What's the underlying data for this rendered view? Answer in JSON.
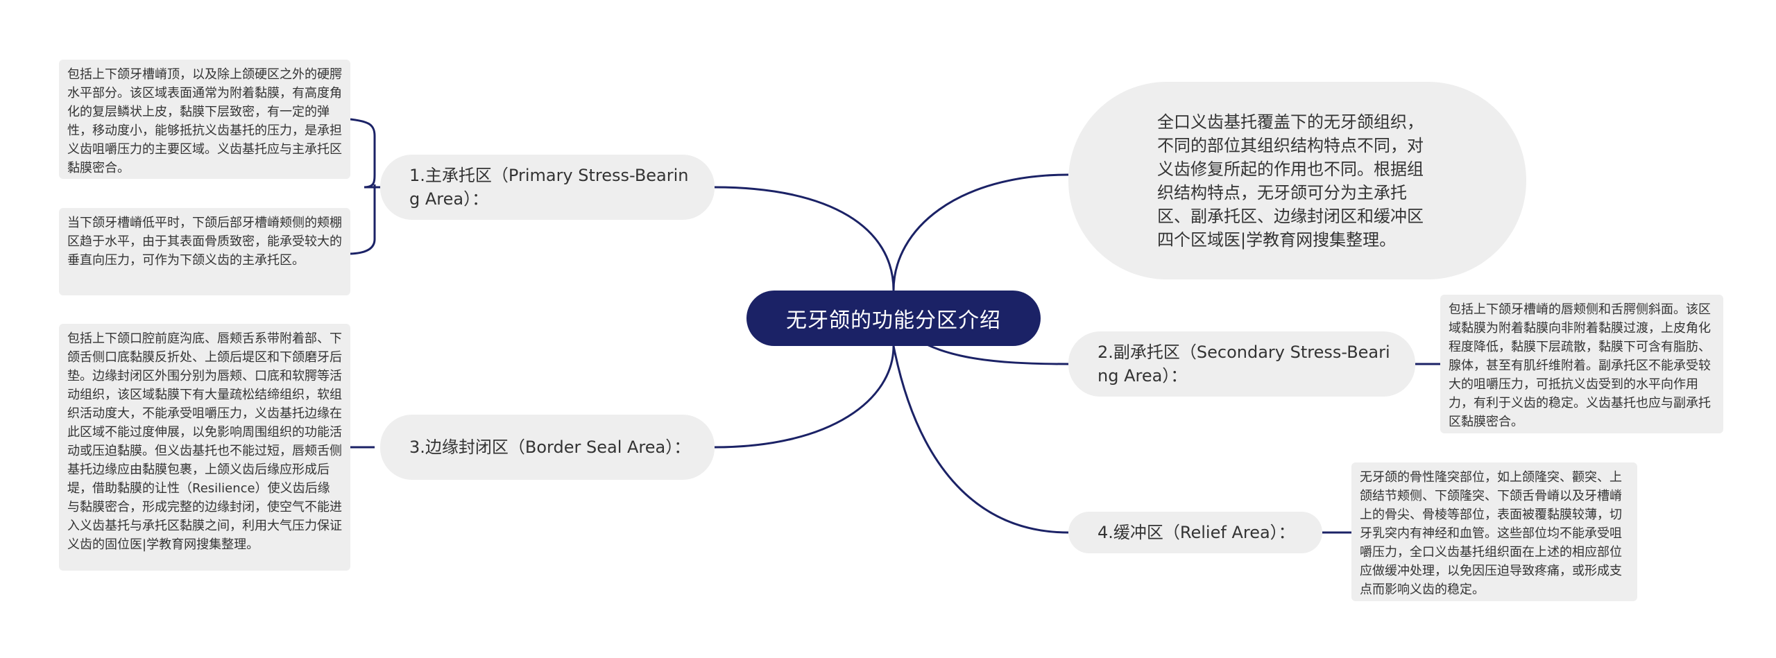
{
  "central": "无牙颌的功能分区介绍",
  "summary": "全口义齿基托覆盖下的无牙颌组织，不同的部位其组织结构特点不同，对义齿修复所起的作用也不同。根据组织结构特点，无牙颌可分为主承托区、副承托区、边缘封闭区和缓冲区四个区域医|学教育网搜集整理。",
  "branches": [
    {
      "label": "1.主承托区（Primary Stress-Bearing Area）：",
      "details": [
        "包括上下颌牙槽嵴顶，以及除上颌硬区之外的硬腭水平部分。该区域表面通常为附着黏膜，有高度角化的复层鳞状上皮，黏膜下层致密，有一定的弹性，移动度小，能够抵抗义齿基托的压力，是承担义齿咀嚼压力的主要区域。义齿基托应与主承托区黏膜密合。",
        "当下颌牙槽嵴低平时，下颌后部牙槽嵴颊侧的颊棚区趋于水平，由于其表面骨质致密，能承受较大的垂直向压力，可作为下颌义齿的主承托区。"
      ]
    },
    {
      "label": "2.副承托区（Secondary Stress-Bearing Area）：",
      "details": [
        "包括上下颌牙槽嵴的唇颊侧和舌腭侧斜面。该区域黏膜为附着黏膜向非附着黏膜过渡，上皮角化程度降低，黏膜下层疏散，黏膜下可含有脂肪、腺体，甚至有肌纤维附着。副承托区不能承受较大的咀嚼压力，可抵抗义齿受到的水平向作用力，有利于义齿的稳定。义齿基托也应与副承托区黏膜密合。"
      ]
    },
    {
      "label": "3.边缘封闭区（Border Seal Area）：",
      "details": [
        "包括上下颌口腔前庭沟底、唇颊舌系带附着部、下颌舌侧口底黏膜反折处、上颌后堤区和下颌磨牙后垫。边缘封闭区外围分别为唇颊、口底和软腭等活动组织，该区域黏膜下有大量疏松结缔组织，软组织活动度大，不能承受咀嚼压力，义齿基托边缘在此区域不能过度伸展，以免影响周围组织的功能活动或压迫黏膜。但义齿基托也不能过短，唇颊舌侧基托边缘应由黏膜包裹，上颌义齿后缘应形成后堤，借助黏膜的让性（Resilience）使义齿后缘与黏膜密合，形成完整的边缘封闭，使空气不能进入义齿基托与承托区黏膜之间，利用大气压力保证义齿的固位医|学教育网搜集整理。"
      ]
    },
    {
      "label": "4.缓冲区（Relief Area）：",
      "details": [
        "无牙颌的骨性隆突部位，如上颌隆突、颧突、上颌结节颊侧、下颌隆突、下颌舌骨嵴以及牙槽嵴上的骨尖、骨棱等部位，表面被覆黏膜较薄，切牙乳突内有神经和血管。这些部位均不能承受咀嚼压力，全口义齿基托组织面在上述的相应部位应做缓冲处理，以免因压迫导致疼痛，或形成支点而影响义齿的稳定。"
      ]
    }
  ]
}
